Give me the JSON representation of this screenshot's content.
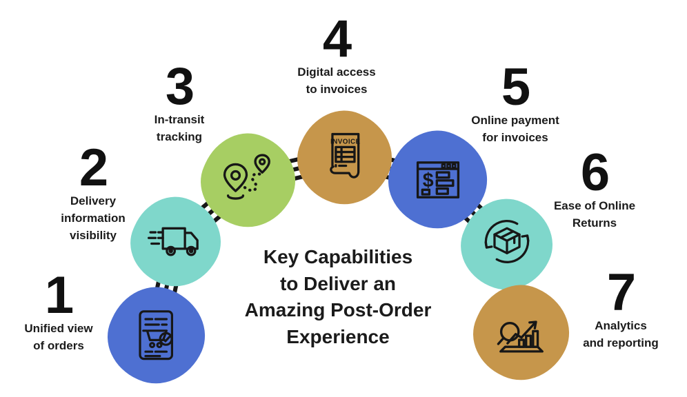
{
  "title": "Key Capabilities\nto Deliver an\nAmazing Post-Order\nExperience",
  "steps": [
    {
      "number": "1",
      "label": "Unified view\nof orders",
      "icon": "order-document-cart-icon",
      "color": "#4e70d2"
    },
    {
      "number": "2",
      "label": "Delivery\ninformation\nvisibility",
      "icon": "delivery-truck-icon",
      "color": "#7fd7cb"
    },
    {
      "number": "3",
      "label": "In-transit\ntracking",
      "icon": "route-map-pins-icon",
      "color": "#a7ce63"
    },
    {
      "number": "4",
      "label": "Digital access\nto invoices",
      "icon": "invoice-document-icon",
      "color": "#c6964b",
      "icon_text": "INVOICE"
    },
    {
      "number": "5",
      "label": "Online payment\nfor invoices",
      "icon": "online-payment-browser-icon",
      "color": "#4e70d2",
      "icon_text": "$"
    },
    {
      "number": "6",
      "label": "Ease of Online\nReturns",
      "icon": "package-return-arrows-icon",
      "color": "#7fd7cb"
    },
    {
      "number": "7",
      "label": "Analytics\nand reporting",
      "icon": "analytics-chart-magnifier-icon",
      "color": "#c6964b"
    }
  ],
  "colors": {
    "background": "#ffffff",
    "text": "#1b1b1b",
    "line_art": "#171717",
    "connector": "#171717",
    "blue": "#4e70d2",
    "teal": "#7fd7cb",
    "green": "#a7ce63",
    "tan": "#c6964b"
  }
}
